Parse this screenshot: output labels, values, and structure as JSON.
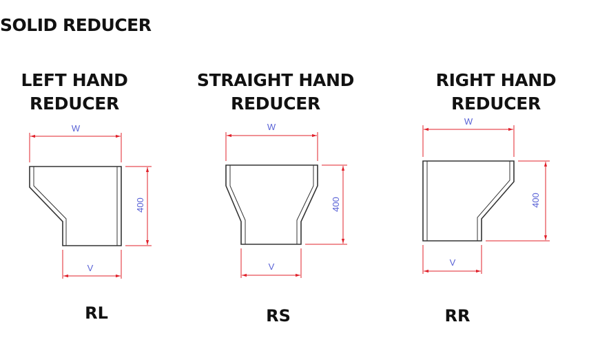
{
  "title": "SOLID REDUCER",
  "reducers": [
    {
      "heading_line1": "LEFT HAND",
      "heading_line2": "REDUCER",
      "code": "RL",
      "dim_top": "W",
      "dim_side": "400",
      "dim_bottom": "V"
    },
    {
      "heading_line1": "STRAIGHT HAND",
      "heading_line2": "REDUCER",
      "code": "RS",
      "dim_top": "W",
      "dim_side": "400",
      "dim_bottom": "V"
    },
    {
      "heading_line1": "RIGHT HAND",
      "heading_line2": "REDUCER",
      "code": "RR",
      "dim_top": "W",
      "dim_side": "400",
      "dim_bottom": "V"
    }
  ],
  "colors": {
    "outline": "#333333",
    "dimension_line": "#e0202a",
    "dimension_text": "#5a63d6"
  }
}
